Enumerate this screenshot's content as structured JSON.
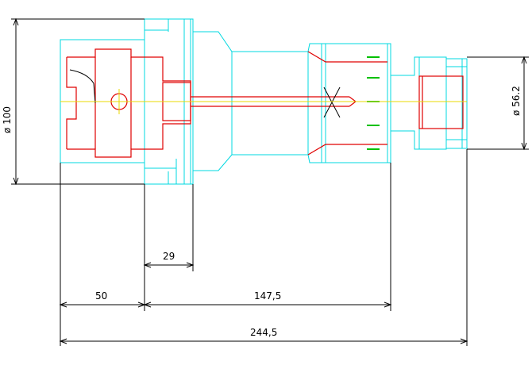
{
  "dimensions": {
    "diameter_left": "ø 100",
    "diameter_right": "ø 56.2",
    "flange_width": "29",
    "collet_length": "50",
    "body_length": "147,5",
    "overall_length": "244,5"
  },
  "colors": {
    "outline": "#00d8e0",
    "section": "#e00000",
    "centerline": "#e8d800",
    "dimension": "#000000",
    "marker": "#00c000"
  }
}
